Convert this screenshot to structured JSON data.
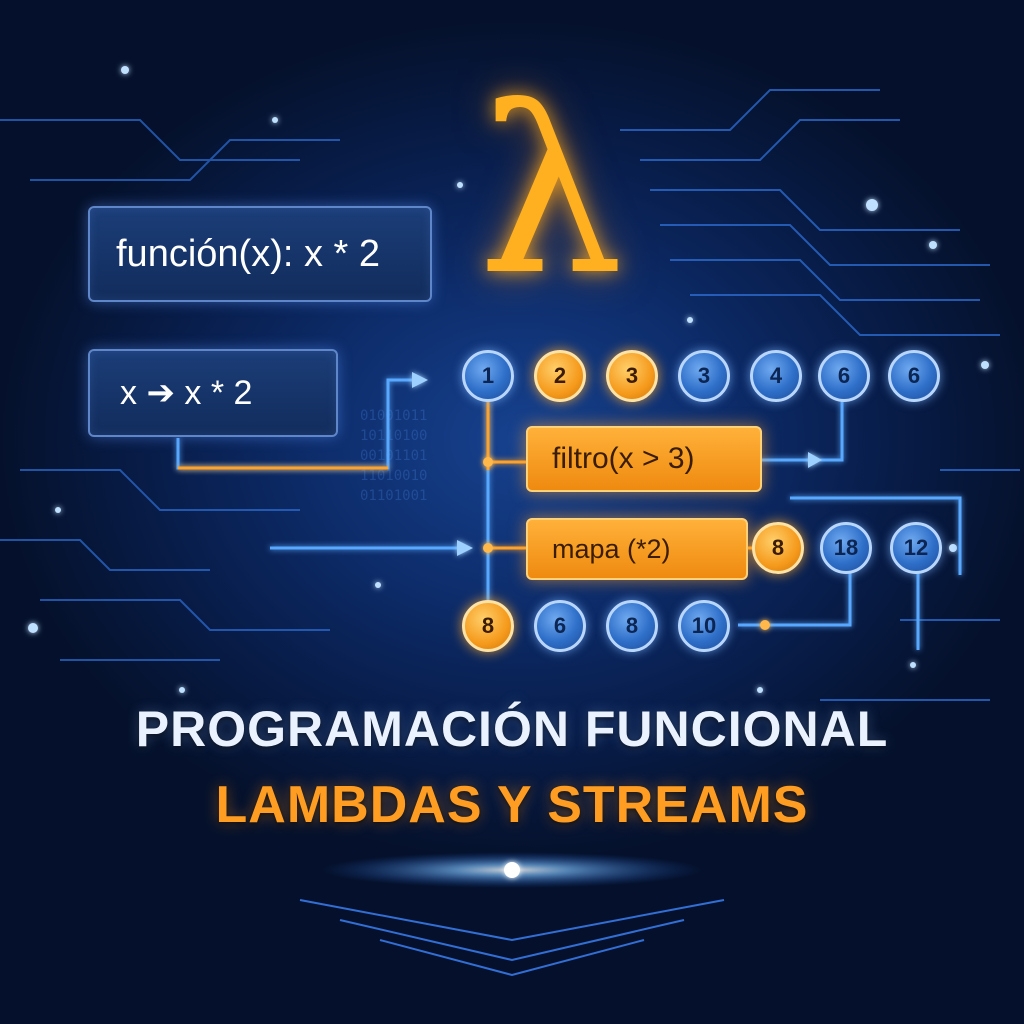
{
  "lambda_symbol": "λ",
  "code_boxes": {
    "funcion": "función(x):  x * 2",
    "arrow": "x  ➔  x * 2"
  },
  "operations": {
    "filtro": "filtro(x > 3)",
    "mapa": "mapa (*2)"
  },
  "input_stream": [
    {
      "label": "1",
      "color": "blue"
    },
    {
      "label": "2",
      "color": "orange"
    },
    {
      "label": "3",
      "color": "orange"
    },
    {
      "label": "3",
      "color": "blue"
    },
    {
      "label": "4",
      "color": "blue"
    },
    {
      "label": "6",
      "color": "blue"
    },
    {
      "label": "6",
      "color": "blue"
    }
  ],
  "map_output": [
    {
      "label": "8",
      "color": "orange"
    },
    {
      "label": "18",
      "color": "blue"
    },
    {
      "label": "12",
      "color": "blue"
    }
  ],
  "result_stream": [
    {
      "label": "8",
      "color": "orange"
    },
    {
      "label": "6",
      "color": "blue"
    },
    {
      "label": "8",
      "color": "blue"
    },
    {
      "label": "10",
      "color": "blue"
    }
  ],
  "title": {
    "line1": "PROGRAMACIÓN FUNCIONAL",
    "line2": "LAMBDAS Y STREAMS"
  },
  "colors": {
    "accent_orange": "#ff9d22",
    "accent_blue": "#2f6fc9",
    "background": "#06163a"
  }
}
